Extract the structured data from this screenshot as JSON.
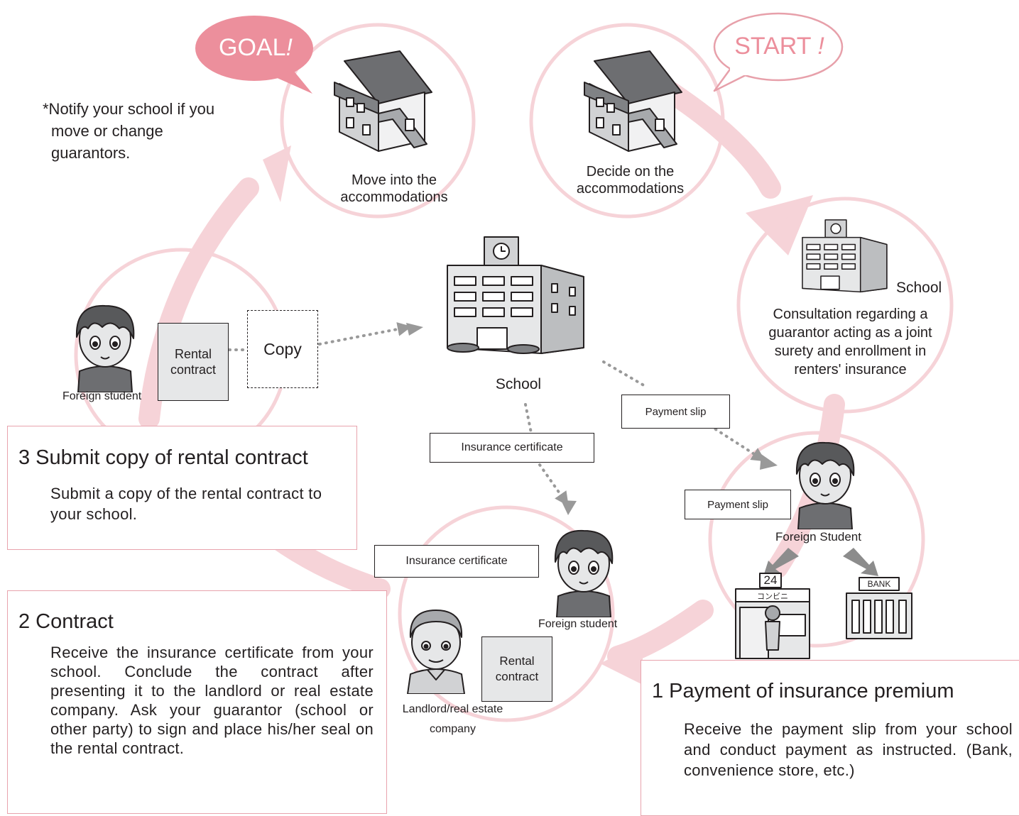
{
  "goal": {
    "label": "GOAL",
    "mark": "!"
  },
  "start": {
    "label": "START",
    "mark": "!"
  },
  "note": "*Notify your school if you move or change guarantors.",
  "move_in": "Move into the accommodations",
  "decide": "Decide on the accommodations",
  "school_center_label": "School",
  "school_right_label": "School",
  "consultation": "Consultation regarding a guarantor acting as a joint surety and enrollment in renters' insurance",
  "student_left_label": "Foreign student",
  "student_mid_label": "Foreign student",
  "student_right_label": "Foreign Student",
  "landlord_label": "Landlord/real estate company",
  "rental_contract_left": "Rental contract",
  "rental_contract_mid": "Rental contract",
  "copy": "Copy",
  "insurance_cert_1": "Insurance certificate",
  "insurance_cert_2": "Insurance certificate",
  "payment_slip_1": "Payment slip",
  "payment_slip_2": "Payment slip",
  "store_sign_number": "24",
  "store_sign_text": "コンビニ",
  "bank_sign": "BANK",
  "step3": {
    "title": "3 Submit copy of rental contract",
    "body": "Submit a copy of the rental contract to your school."
  },
  "step2": {
    "title": "2 Contract",
    "body": "Receive the insurance certificate from your school. Conclude the contract after presenting it to the landlord or real estate company. Ask your guarantor (school or other party) to sign and place his/her seal on the rental contract."
  },
  "step1": {
    "title": "1 Payment of insurance premium",
    "body": "Receive the payment slip from your school and conduct payment as instructed. (Bank, convenience store, etc.)"
  },
  "colors": {
    "pink_ring": "#f6d3d8",
    "pink_fill": "#ec8f9c",
    "pink_outline": "#e7a0aa",
    "arrow": "#999999"
  }
}
